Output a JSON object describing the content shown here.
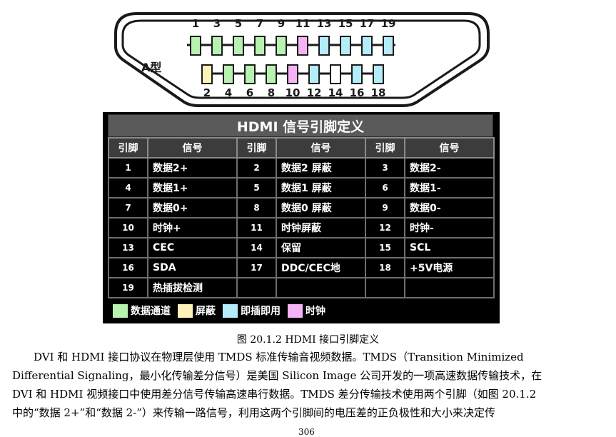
{
  "figure": {
    "connector_label": "A型",
    "top_pins": [
      "1",
      "3",
      "5",
      "7",
      "9",
      "11",
      "13",
      "15",
      "17",
      "19"
    ],
    "bottom_pins": [
      "2",
      "4",
      "6",
      "8",
      "10",
      "12",
      "14",
      "16",
      "18"
    ],
    "top_pin_colors": [
      "#b8f2b0",
      "#b8f2b0",
      "#b8f2b0",
      "#b8f2b0",
      "#b8f2b0",
      "#f5b3f5",
      "#b4ecfa",
      "#b4ecfa",
      "#b4ecfa",
      "#b4ecfa"
    ],
    "bottom_pin_colors": [
      "#fff2b8",
      "#b8f2b0",
      "#b8f2b0",
      "#b8f2b0",
      "#f5b3f5",
      "#b4ecfa",
      "#ffffff",
      "#b4ecfa",
      "#b4ecfa"
    ],
    "table_title": "HDMI  信号引脚定义",
    "headers": [
      "引脚",
      "信号",
      "引脚",
      "信号",
      "引脚",
      "信号"
    ],
    "rows": [
      [
        {
          "t": "1",
          "c": "white"
        },
        {
          "t": "数据2+",
          "c": "data"
        },
        {
          "t": "2",
          "c": "white"
        },
        {
          "t": "数据2 屏蔽",
          "c": "shield"
        },
        {
          "t": "3",
          "c": "white"
        },
        {
          "t": "数据2-",
          "c": "data"
        }
      ],
      [
        {
          "t": "4",
          "c": "white"
        },
        {
          "t": "数据1+",
          "c": "data"
        },
        {
          "t": "5",
          "c": "white"
        },
        {
          "t": "数据1 屏蔽",
          "c": "shield"
        },
        {
          "t": "6",
          "c": "white"
        },
        {
          "t": "数据1-",
          "c": "data"
        }
      ],
      [
        {
          "t": "7",
          "c": "white"
        },
        {
          "t": "数据0+",
          "c": "data"
        },
        {
          "t": "8",
          "c": "white"
        },
        {
          "t": "数据0 屏蔽",
          "c": "shield"
        },
        {
          "t": "9",
          "c": "white"
        },
        {
          "t": "数据0-",
          "c": "data"
        }
      ],
      [
        {
          "t": "10",
          "c": "white"
        },
        {
          "t": "时钟+",
          "c": "clock"
        },
        {
          "t": "11",
          "c": "white"
        },
        {
          "t": "时钟屏蔽",
          "c": "shield"
        },
        {
          "t": "12",
          "c": "white"
        },
        {
          "t": "时钟-",
          "c": "clock"
        }
      ],
      [
        {
          "t": "13",
          "c": "white"
        },
        {
          "t": "CEC",
          "c": "hot"
        },
        {
          "t": "14",
          "c": "white"
        },
        {
          "t": "保留",
          "c": "white"
        },
        {
          "t": "15",
          "c": "white"
        },
        {
          "t": "SCL",
          "c": "hot"
        }
      ],
      [
        {
          "t": "16",
          "c": "white"
        },
        {
          "t": "SDA",
          "c": "hot"
        },
        {
          "t": "17",
          "c": "white"
        },
        {
          "t": "DDC/CEC地",
          "c": "hot"
        },
        {
          "t": "18",
          "c": "white"
        },
        {
          "t": "+5V电源",
          "c": "hot"
        }
      ],
      [
        {
          "t": "19",
          "c": "white"
        },
        {
          "t": "热插拔检测",
          "c": "hot"
        },
        {
          "t": "",
          "c": "white"
        },
        {
          "t": "",
          "c": "white"
        },
        {
          "t": "",
          "c": "white"
        },
        {
          "t": "",
          "c": "white"
        }
      ]
    ],
    "legend": [
      {
        "label": "数据通道",
        "color": "#b8f2b0"
      },
      {
        "label": "屏蔽",
        "color": "#fff2b8"
      },
      {
        "label": "即插即用",
        "color": "#b4ecfa"
      },
      {
        "label": "时钟",
        "color": "#f5b3f5"
      }
    ]
  },
  "caption": "图  20.1.2 HDMI 接口引脚定义",
  "paragraph_lines": [
    "　　DVI 和 HDMI 接口协议在物理层使用 TMDS 标准传输音视频数据。TMDS（Transition Minimized",
    "Differential Signaling，最小化传输差分信号）是美国 Silicon Image 公司开发的一项高速数据传输技术，在",
    "DVI 和 HDMI 视频接口中使用差分信号传输高速串行数据。TMDS 差分传输技术使用两个引脚（如图  20.1.2",
    "中的“数据 2+”和“数据 2-”）来传输一路信号，利用这两个引脚间的电压差的正负极性和大小来决定传"
  ],
  "page_number": "306"
}
